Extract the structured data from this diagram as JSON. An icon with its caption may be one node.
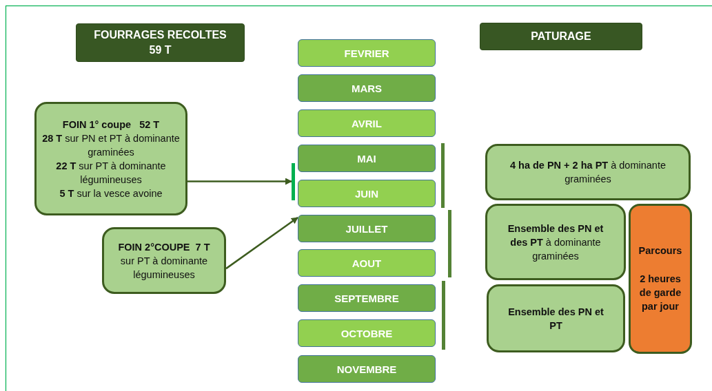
{
  "diagram": {
    "nodes": [
      {
        "text": [
          "FOURRAGES RECOLTES 59 T"
        ]
      },
      {
        "text": [
          "PATURAGE"
        ]
      },
      {
        "text": [
          "FOIN 1° coupe   52 T",
          "**28 T** sur PN et PT à dominante graminées",
          "**22 T** sur PT à dominante légumineuses",
          "**5 T** sur la vesce avoine"
        ]
      },
      {
        "text": [
          "FOIN 2°COUPE  7 T",
          "sur PT à dominante légumineuses"
        ]
      },
      {
        "text": [
          "FEVRIER"
        ]
      },
      {
        "text": [
          "MARS"
        ]
      },
      {
        "text": [
          "AVRIL"
        ]
      },
      {
        "text": [
          "MAI"
        ]
      },
      {
        "text": [
          "JUIN"
        ]
      },
      {
        "text": [
          "JUILLET"
        ]
      },
      {
        "text": [
          "AOUT"
        ]
      },
      {
        "text": [
          "SEPTEMBRE"
        ]
      },
      {
        "text": [
          "OCTOBRE"
        ]
      },
      {
        "text": [
          "NOVEMBRE"
        ]
      },
      {
        "text": [],
        "shape": "bar"
      },
      {
        "text": [
          "**4 ha de PN + 2 ha PT** à dominante graminées"
        ]
      },
      {
        "text": [
          "**Ensemble des PN et des PT** à dominante graminées"
        ]
      },
      {
        "text": [
          "Ensemble des PN et PT"
        ]
      },
      {
        "text": [
          "Parcours",
          "2 heures de garde par jour"
        ]
      }
    ],
    "edges": [
      {
        "from": 2,
        "to": 14,
        "arrow": "to"
      },
      {
        "from": 3,
        "to": 9,
        "arrow": "to"
      }
    ]
  }
}
